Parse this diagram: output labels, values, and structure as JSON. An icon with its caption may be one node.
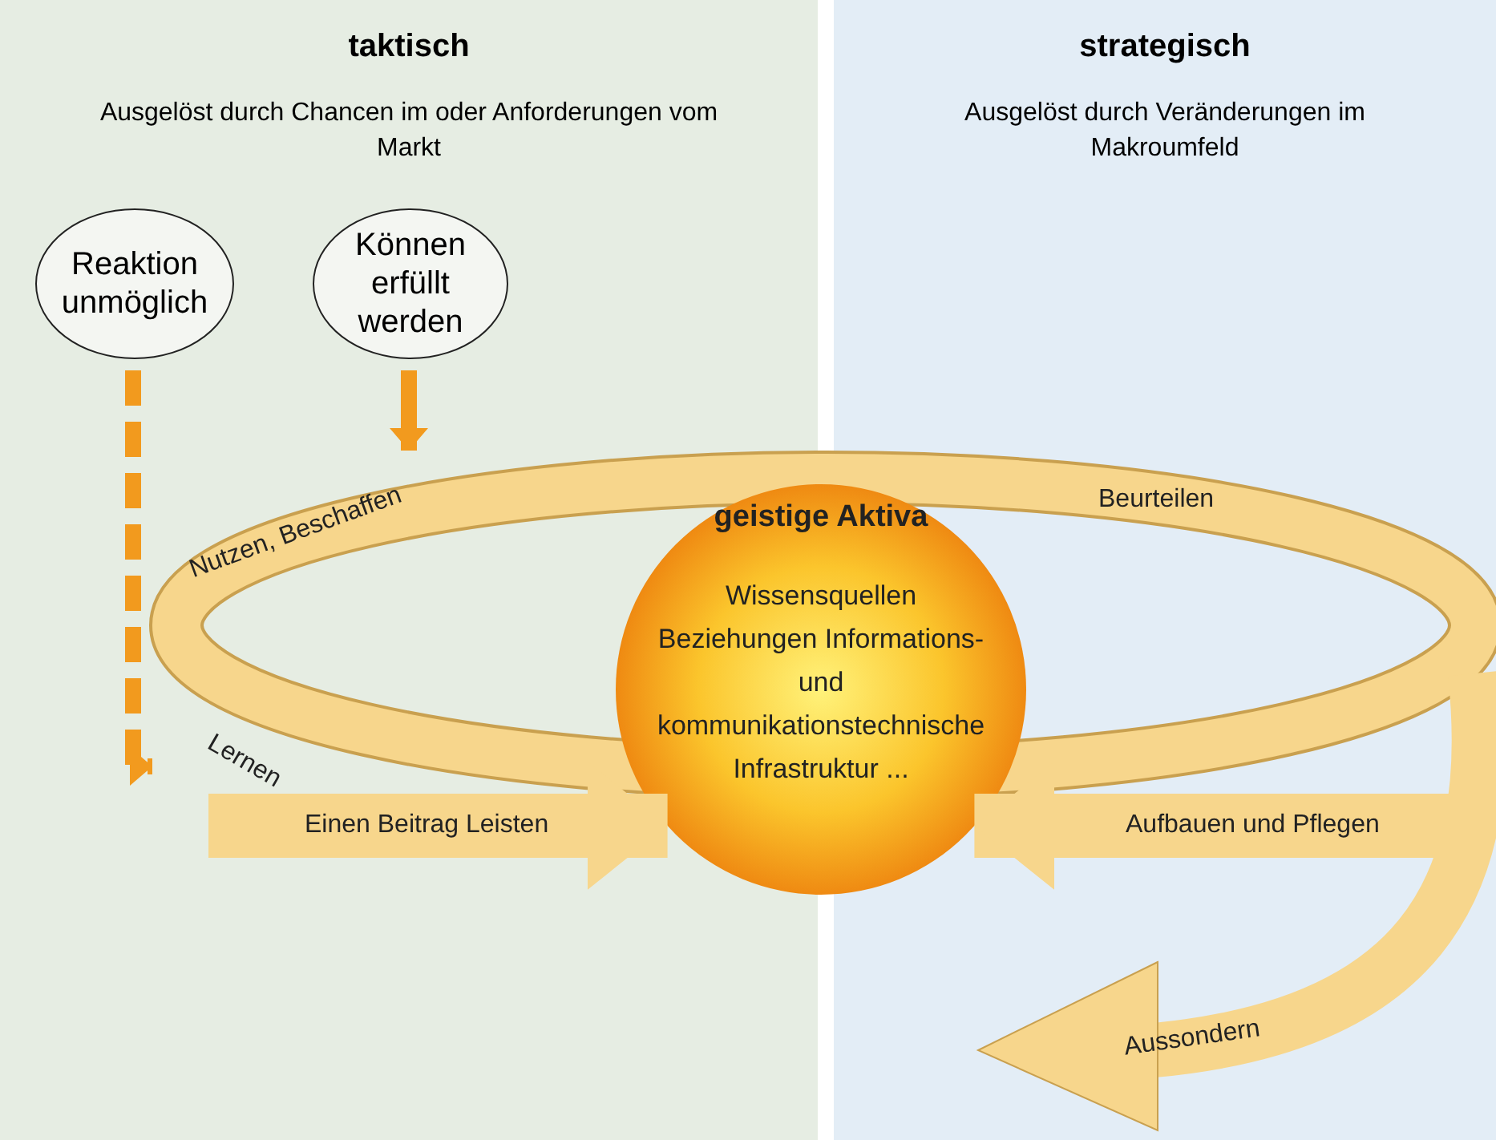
{
  "diagram": {
    "nodes": [
      {
        "text": [
          "taktisch",
          "Ausgelöst durch Chancen im oder Anforderungen vom Markt"
        ]
      },
      {
        "text": [
          "strategisch",
          "Ausgelöst durch Veränderungen im Makroumfeld"
        ]
      },
      {
        "text": [
          "Reaktion unmöglich"
        ],
        "in": 0
      },
      {
        "text": [
          "Können erfüllt werden"
        ],
        "in": 0
      },
      {
        "text": [
          "geistige Aktiva",
          "Wissensquellen Beziehungen Informations- und kommunikationstechnische Infrastruktur ..."
        ]
      }
    ],
    "edges": [
      {
        "from": 2,
        "to": null,
        "arrow": "to",
        "style": "dashed"
      },
      {
        "from": 3,
        "to": null,
        "arrow": "to"
      },
      {
        "from": null,
        "to": 4,
        "arrow": "to",
        "label": "Einen Beitrag Leisten",
        "style": "thick",
        "color": "#f7d68c"
      },
      {
        "from": 1,
        "to": 4,
        "arrow": "to",
        "label": "Aufbauen und Pflegen",
        "style": "thick",
        "color": "#f7d68c"
      }
    ],
    "labels": [
      "Nutzen, Beschaffen",
      "Beurteilen",
      "Lernen",
      "Aussondern"
    ]
  }
}
